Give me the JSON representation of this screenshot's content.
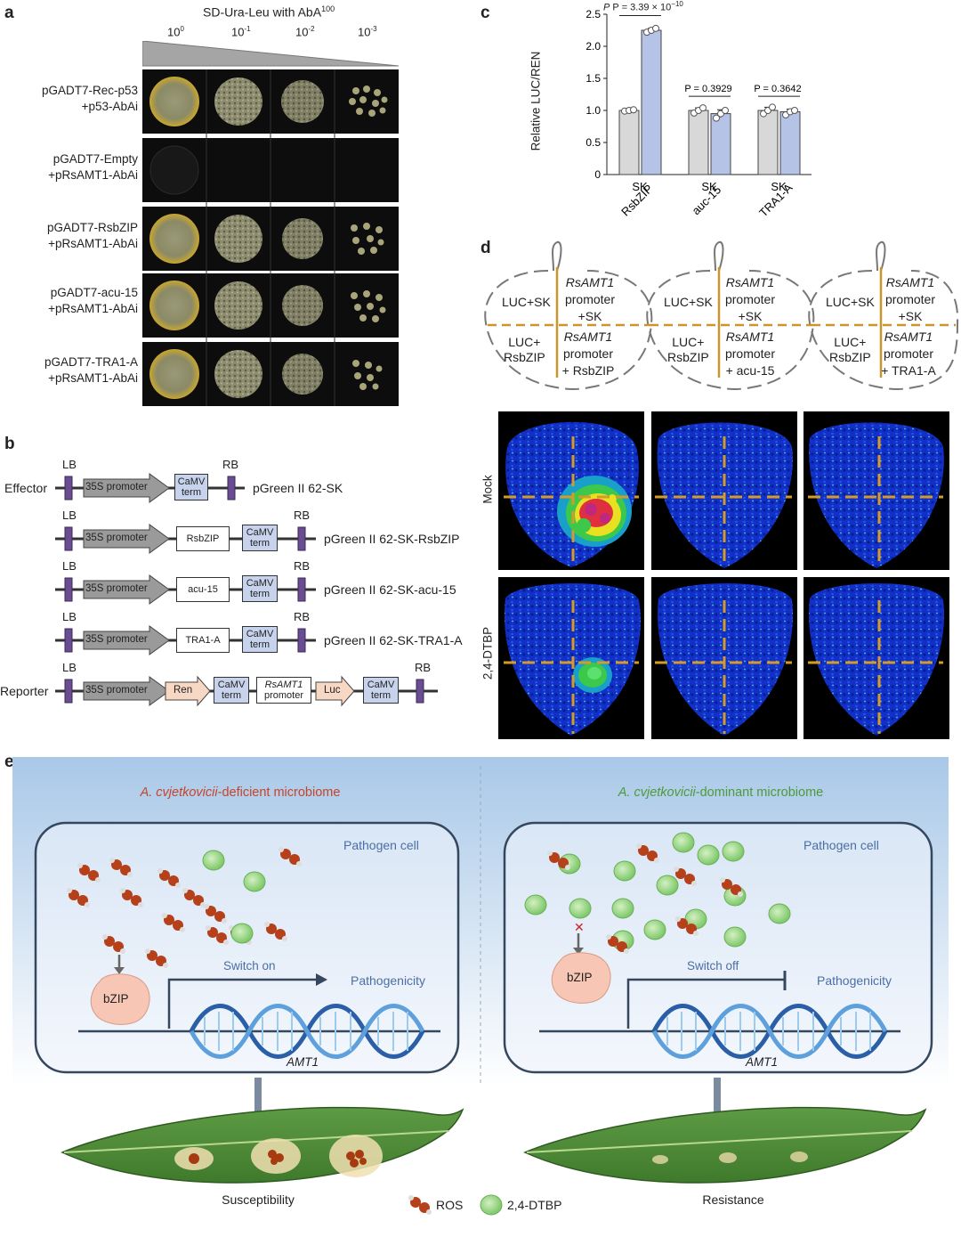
{
  "panel_labels": {
    "a": "a",
    "b": "b",
    "c": "c",
    "d": "d",
    "e": "e"
  },
  "a": {
    "title": "SD-Ura-Leu with AbA",
    "title_sup": "100",
    "dilutions": [
      {
        "base": "10",
        "exp": "0"
      },
      {
        "base": "10",
        "exp": "-1"
      },
      {
        "base": "10",
        "exp": "-2"
      },
      {
        "base": "10",
        "exp": "-3"
      }
    ],
    "rows": [
      {
        "l1": "pGADT7-Rec-p53",
        "l2": "+p53-AbAi"
      },
      {
        "l1": "pGADT7-Empty",
        "l2": "+pRsAMT1-AbAi"
      },
      {
        "l1": "pGADT7-RsbZIP",
        "l2": "+pRsAMT1-AbAi"
      },
      {
        "l1": "pGADT7-acu-15",
        "l2": "+pRsAMT1-AbAi"
      },
      {
        "l1": "pGADT7-TRA1-A",
        "l2": "+pRsAMT1-AbAi"
      }
    ]
  },
  "b": {
    "lb": "LB",
    "rb": "RB",
    "effector_label": "Effector",
    "reporter_label": "Reporter",
    "promoter": "35S promoter",
    "camv1": "CaMV",
    "camv2": "term",
    "constructs": [
      {
        "insert": "",
        "name": "pGreen II 62-SK"
      },
      {
        "insert": "RsbZIP",
        "name": "pGreen II 62-SK-RsbZIP"
      },
      {
        "insert": "acu-15",
        "name": "pGreen II 62-SK-acu-15"
      },
      {
        "insert": "TRA1-A",
        "name": "pGreen II 62-SK-TRA1-A"
      }
    ],
    "ren": "Ren",
    "rs_promoter_1": "RsAMT1",
    "rs_promoter_2": "promoter",
    "luc": "Luc"
  },
  "c": {
    "p_main": "P = 3.39 × 10",
    "p_main_exp": "−10",
    "p2": "P = 0.3929",
    "p3": "P = 0.3642"
  },
  "chart_data": {
    "type": "bar",
    "ylabel": "Relative LUC/REN",
    "ylim": [
      0,
      2.5
    ],
    "yticks": [
      0,
      0.5,
      1.0,
      1.5,
      2.0,
      2.5
    ],
    "groups": [
      {
        "l1": "SK",
        "l2": "RsbZIP"
      },
      {
        "l1": "SK",
        "l2": "auc-15"
      },
      {
        "l1": "SK",
        "l2": "TRA1-A"
      }
    ],
    "series": [
      {
        "color": "#d8d8d8",
        "values": [
          1.0,
          1.0,
          1.0
        ],
        "errors": [
          0.02,
          0.04,
          0.05
        ],
        "points": [
          [
            0.99,
            1.0,
            1.01
          ],
          [
            0.96,
            1.0,
            1.04
          ],
          [
            0.95,
            1.0,
            1.05
          ]
        ]
      },
      {
        "color": "#b5c4e6",
        "values": [
          2.25,
          0.95,
          0.98
        ],
        "errors": [
          0.03,
          0.06,
          0.04
        ],
        "points": [
          [
            2.22,
            2.25,
            2.28
          ],
          [
            0.88,
            0.95,
            1.0
          ],
          [
            0.93,
            0.98,
            1.0
          ]
        ]
      }
    ]
  },
  "d": {
    "leaves": [
      {
        "tl": "LUC+SK",
        "tr1": "RsAMT1",
        "tr2": "promoter",
        "tr3": "+SK",
        "bl1": "LUC+",
        "bl2": "RsbZIP",
        "br1": "RsAMT1",
        "br2": "promoter",
        "br3": "+ RsbZIP"
      },
      {
        "tl": "LUC+SK",
        "tr1": "RsAMT1",
        "tr2": "promoter",
        "tr3": "+SK",
        "bl1": "LUC+",
        "bl2": "RsbZIP",
        "br1": "RsAMT1",
        "br2": "promoter",
        "br3": "+ acu-15"
      },
      {
        "tl": "LUC+SK",
        "tr1": "RsAMT1",
        "tr2": "promoter",
        "tr3": "+SK",
        "bl1": "LUC+",
        "bl2": "RsbZIP",
        "br1": "RsAMT1",
        "br2": "promoter",
        "br3": "+ TRA1-A"
      }
    ],
    "row_mock": "Mock",
    "row_dtbp": "2,4-DTBP"
  },
  "e": {
    "left_title_em": "A. cvjetkovicii",
    "left_title_rest": "-deficient microbiome",
    "right_title_em": "A. cvjetkovicii",
    "right_title_rest": "-dominant microbiome",
    "pathogen_cell": "Pathogen cell",
    "switch_on": "Switch on",
    "switch_off": "Switch off",
    "pathogenicity": "Pathogenicity",
    "bzip": "bZIP",
    "amt1": "AMT1",
    "susceptibility": "Susceptibility",
    "resistance": "Resistance",
    "legend_ros": "ROS",
    "legend_dtbp": "2,4-DTBP"
  },
  "colors": {
    "ros": "#b5401a",
    "dtbp": "#8fd07a",
    "dna_blue": "#3d78c4",
    "panel_bg_top": "#a9c8e8",
    "accent_title_left": "#c4452a",
    "accent_title_right": "#4c9b3a"
  }
}
